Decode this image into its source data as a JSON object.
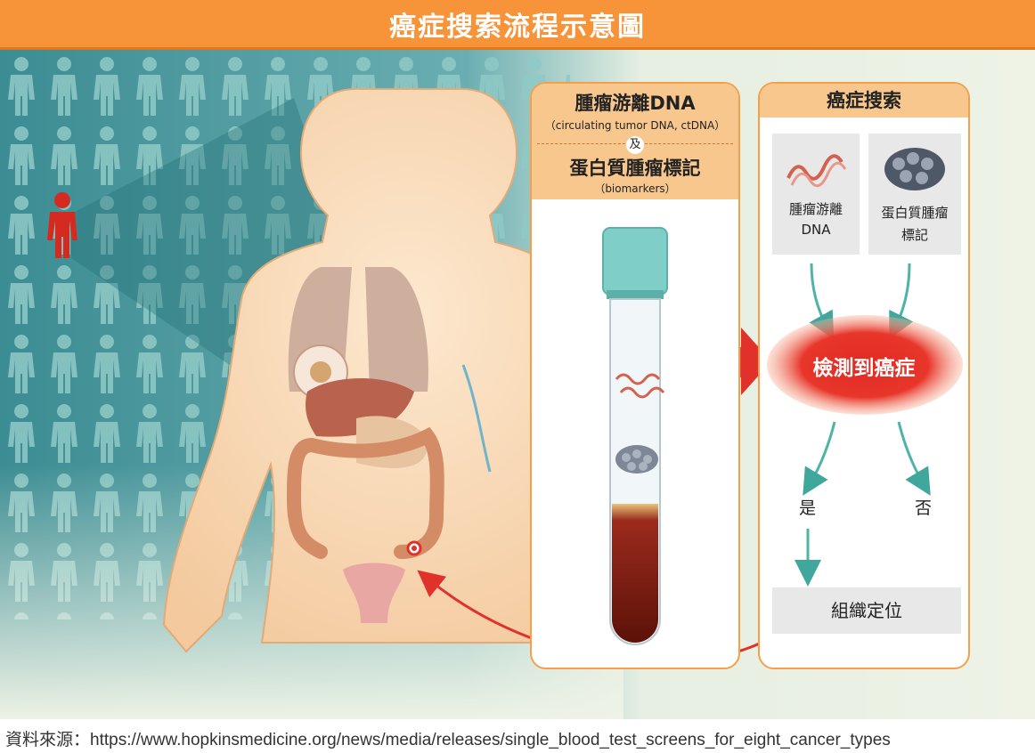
{
  "title": "癌症搜索流程示意圖",
  "left_panel": {
    "heading_1": "腫瘤游離DNA",
    "sub_1": "（circulating tumor DNA, ctDNA）",
    "connector": "及",
    "heading_2": "蛋白質腫瘤標記",
    "sub_2": "（biomarkers）"
  },
  "right_panel": {
    "heading": "癌症搜索",
    "card_dna_line1": "腫瘤游離",
    "card_dna_line2": "DNA",
    "card_protein_line1": "蛋白質腫瘤",
    "card_protein_line2": "標記",
    "detected": "檢測到癌症",
    "yes": "是",
    "no": "否",
    "localize": "組織定位"
  },
  "source": "資料來源：https://www.hopkinsmedicine.org/news/media/releases/single_blood_test_screens_for_eight_cancer_types",
  "colors": {
    "orange": "#f7943a",
    "teal": "#4fb3a5",
    "red": "#e0322a",
    "crowd_bg": "#3f8f96"
  }
}
